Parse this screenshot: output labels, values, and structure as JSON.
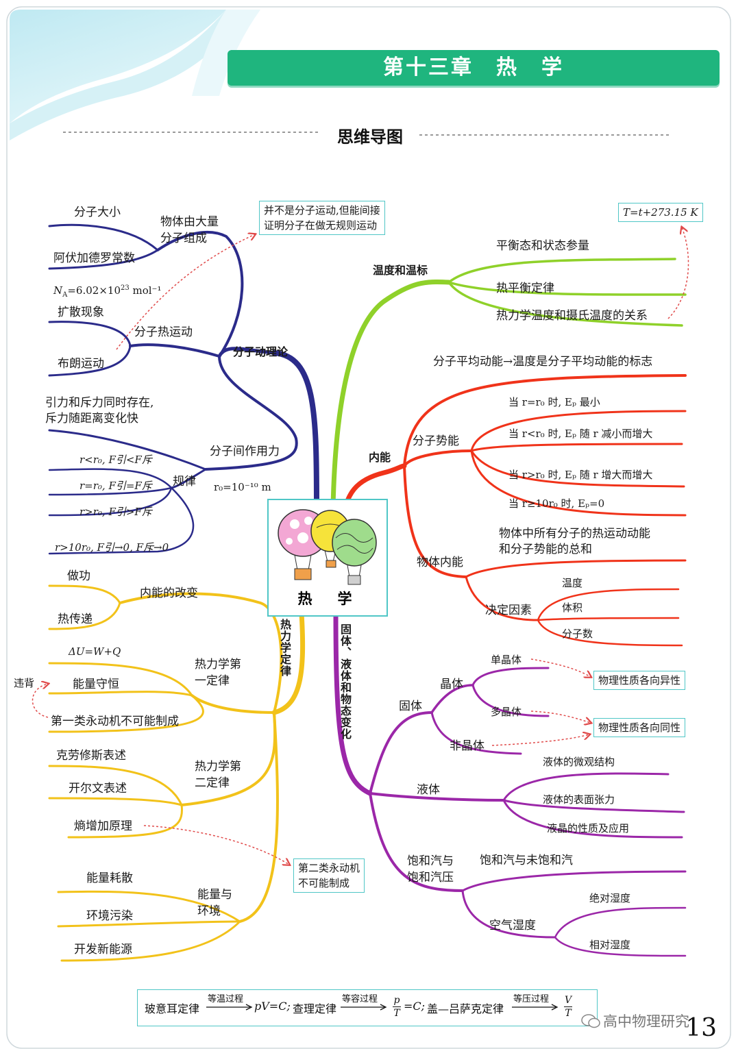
{
  "header": {
    "chapter_title": "第十三章　热　学",
    "subtitle": "思维导图"
  },
  "center": {
    "label": "热　学"
  },
  "colors": {
    "purple_dark": "#2b2b8a",
    "green": "#8fd12a",
    "red": "#f0331a",
    "yellow": "#f2c21a",
    "magenta": "#9b27a8",
    "teal_border": "#4fc6c6",
    "title_green": "#1fb57e"
  },
  "molecular": {
    "label": "分子动理论",
    "composition": {
      "label1": "物体由大量",
      "label2": "分子组成",
      "size": "分子大小",
      "avogadro": "阿伏加德罗常数",
      "na_prefix": "N",
      "na_sub": "A",
      "na_mid": "=6.02×10",
      "na_exp": "23",
      "na_unit": " mol⁻¹"
    },
    "thermal_motion": {
      "label": "分子热运动",
      "diffusion": "扩散现象",
      "brownian": "布朗运动"
    },
    "note": {
      "line1": "并不是分子运动,但能间接",
      "line2": "证明分子在做无规则运动"
    },
    "force": {
      "label": "分子间作用力",
      "desc1": "引力和斥力同时存在,",
      "desc2": "斥力随距离变化快",
      "rule": "规律",
      "r0": "r₀=10⁻¹⁰ m",
      "c1": "r<r₀, F引<F斥",
      "c2": "r=r₀, F引=F斥",
      "c3": "r>r₀, F引>F斥",
      "c4": "r>10r₀, F引→0, F斥→0"
    }
  },
  "temperature": {
    "label": "温度和温标",
    "i1": "平衡态和状态参量",
    "i2": "热平衡定律",
    "i3": "热力学温度和摄氏温度的关系",
    "formula": "T=t+273.15 K"
  },
  "internal_energy": {
    "label": "内能",
    "avg_ke": "分子平均动能→温度是分子平均动能的标志",
    "potential": {
      "label": "分子势能",
      "p1": "当 r=r₀ 时, Eₚ 最小",
      "p2": "当 r<r₀ 时, Eₚ 随 r 减小而增大",
      "p3": "当 r>r₀ 时, Eₚ 随 r 增大而增大",
      "p4": "当 r≥10r₀ 时, Eₚ=0"
    },
    "body": {
      "label": "物体内能",
      "def1": "物体中所有分子的热运动动能",
      "def2": "和分子势能的总和",
      "factors": "决定因素",
      "f1": "温度",
      "f2": "体积",
      "f3": "分子数"
    }
  },
  "thermo_laws": {
    "label": "热力学定律",
    "change": {
      "label": "内能的改变",
      "work": "做功",
      "heat": "热传递"
    },
    "first": {
      "label1": "热力学第",
      "label2": "一定律",
      "eq": "ΔU=W+Q",
      "energy": "能量守恒",
      "machine": "第一类永动机不可能制成",
      "violate": "违背"
    },
    "second": {
      "label1": "热力学第",
      "label2": "二定律",
      "clausius": "克劳修斯表述",
      "kelvin": "开尔文表述",
      "entropy": "熵增加原理",
      "box1": "第二类永动机",
      "box2": "不可能制成"
    },
    "energy_env": {
      "label1": "能量与",
      "label2": "环境",
      "e1": "能量耗散",
      "e2": "环境污染",
      "e3": "开发新能源"
    }
  },
  "states": {
    "label": "固体、液体和物态变化",
    "solid": {
      "label": "固体",
      "crystal": "晶体",
      "single": "单晶体",
      "poly": "多晶体",
      "amorphous": "非晶体",
      "aniso": "物理性质各向异性",
      "iso": "物理性质各向同性"
    },
    "liquid": {
      "label": "液体",
      "l1": "液体的微观结构",
      "l2": "液体的表面张力",
      "l3": "液晶的性质及应用"
    },
    "vapor": {
      "label1": "饱和汽与",
      "label2": "饱和汽压",
      "v1": "饱和汽与未饱和汽",
      "humidity": "空气湿度",
      "abs": "绝对湿度",
      "rel": "相对湿度"
    }
  },
  "footer": {
    "boyle": "玻意耳定律",
    "iso_t": "等温过程",
    "pv": "pV=C;",
    "charles": "查理定律",
    "iso_v": "等容过程",
    "frac1_num": "p",
    "frac1_den": "T",
    "eqc1": "=C;",
    "gay": "盖—吕萨克定律",
    "iso_p": "等压过程",
    "frac2_num": "V",
    "frac2_den": "T"
  },
  "watermark": "高中物理研究",
  "page_number": "13"
}
